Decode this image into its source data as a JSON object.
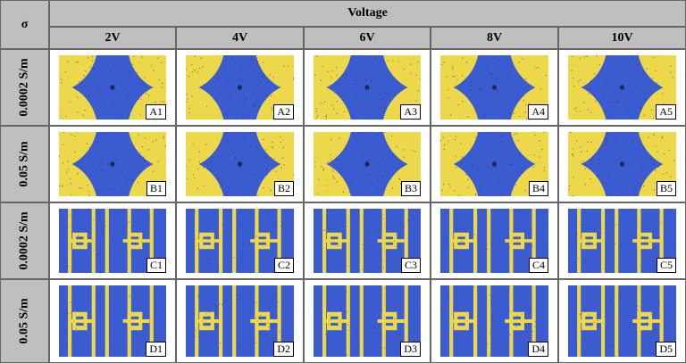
{
  "header": {
    "corner_label": "σ",
    "group_label": "Voltage",
    "columns": [
      "2V",
      "4V",
      "6V",
      "8V",
      "10V"
    ]
  },
  "rows": [
    {
      "label": "0.0002 S/m",
      "pattern": "quadrant",
      "tags": [
        "A1",
        "A2",
        "A3",
        "A4",
        "A5"
      ]
    },
    {
      "label": "0.05 S/m",
      "pattern": "quadrant",
      "tags": [
        "B1",
        "B2",
        "B3",
        "B4",
        "B5"
      ]
    },
    {
      "label": "0.0002 S/m",
      "pattern": "electrode",
      "tags": [
        "C1",
        "C2",
        "C3",
        "C4",
        "C5"
      ]
    },
    {
      "label": "0.05 S/m",
      "pattern": "electrode",
      "tags": [
        "D1",
        "D2",
        "D3",
        "D4",
        "D5"
      ]
    }
  ],
  "colors": {
    "header_bg": "#bfbfbf",
    "substrate_blue": "#3b5bd0",
    "electrode_yellow": "#ecd84a"
  }
}
